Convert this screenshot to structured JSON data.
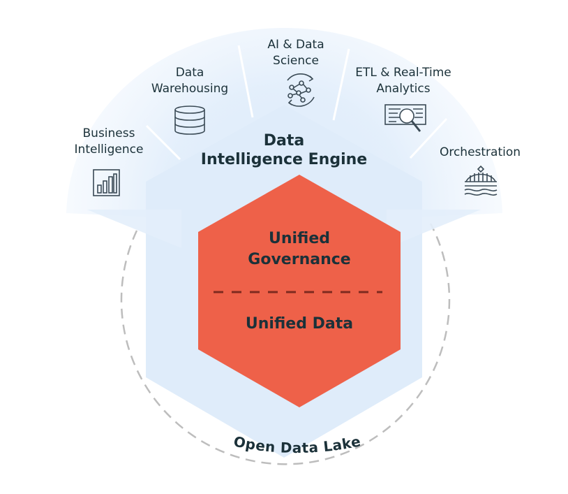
{
  "engine": {
    "title": "Data\nIntelligence Engine"
  },
  "workloads": [
    {
      "label": "Business\nIntelligence",
      "icon": "bar-chart-icon"
    },
    {
      "label": "Data\nWarehousing",
      "icon": "database-icon"
    },
    {
      "label": "AI & Data\nScience",
      "icon": "neural-network-icon"
    },
    {
      "label": "ETL & Real-Time\nAnalytics",
      "icon": "data-search-icon"
    },
    {
      "label": "Orchestration",
      "icon": "bridge-icon"
    }
  ],
  "core": {
    "governance": "Unified\nGovernance",
    "data": "Unified Data"
  },
  "foundation": {
    "label": "Open Data Lake"
  },
  "colors": {
    "hexagon": "#ee6149",
    "halo": "#dfecfa",
    "text": "#1b3139",
    "ring": "#b9b9b9"
  }
}
